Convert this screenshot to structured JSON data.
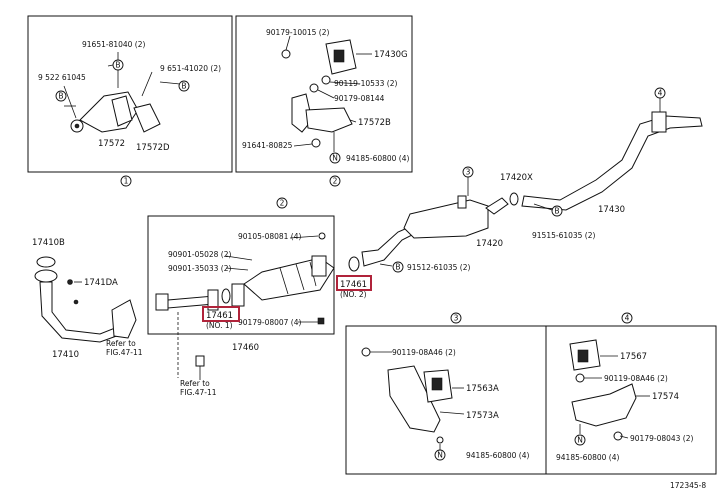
{
  "diagram": {
    "drawing_id": "172345-8",
    "highlight_color": "#b0233a",
    "panels": [
      {
        "id": "1",
        "labels": [
          "91651-81040 (2)",
          "9 522 61045",
          "9 651-41020 (2)",
          "17572",
          "17572D"
        ],
        "markers": [
          "B",
          "B",
          "B"
        ]
      },
      {
        "id": "2",
        "labels": [
          "90179-10015 (2)",
          "17430G",
          "90119-10533 (2)",
          "90179-08144",
          "17572B",
          "91641-80825",
          "94185-60800 (4)"
        ],
        "markers": [
          "N"
        ]
      },
      {
        "id": "3",
        "labels": [
          "90119-08A46 (2)",
          "17563A",
          "17573A",
          "94185-60800 (4)"
        ],
        "markers": [
          "N"
        ]
      },
      {
        "id": "4",
        "labels": [
          "17567",
          "90119-08A46 (2)",
          "17574",
          "90179-08043 (2)",
          "94185-60800 (4)"
        ],
        "markers": [
          "N"
        ]
      }
    ],
    "center_panel": {
      "id": "2",
      "part_no": "17460",
      "labels": [
        "90105-08081 (4)",
        "90901-05028 (2)",
        "90901-35033 (2)",
        "90179-08007 (4)"
      ]
    },
    "main_labels": {
      "front_pipe": "17410",
      "front_pipe_gasket": "17410B",
      "front_pipe_flange": "1741DA",
      "refer_1_a": "Refer to",
      "refer_1_b": "FIG.47-11",
      "refer_2_a": "Refer to",
      "refer_2_b": "FIG.47-11",
      "center_pipe": "17420",
      "tail_pipe": "17430",
      "gasket_left": "17461",
      "gasket_left_note": "(NO. 1)",
      "gasket_right": "17461",
      "gasket_right_note": "(NO. 2)",
      "clamp_gasket": "17420X",
      "bolt_left": "91512-61035 (2)",
      "bolt_right": "91515-61035 (2)"
    },
    "callouts": [
      "1",
      "2",
      "3",
      "4",
      "3",
      "4",
      "2"
    ],
    "markers": [
      "B",
      "B"
    ]
  }
}
